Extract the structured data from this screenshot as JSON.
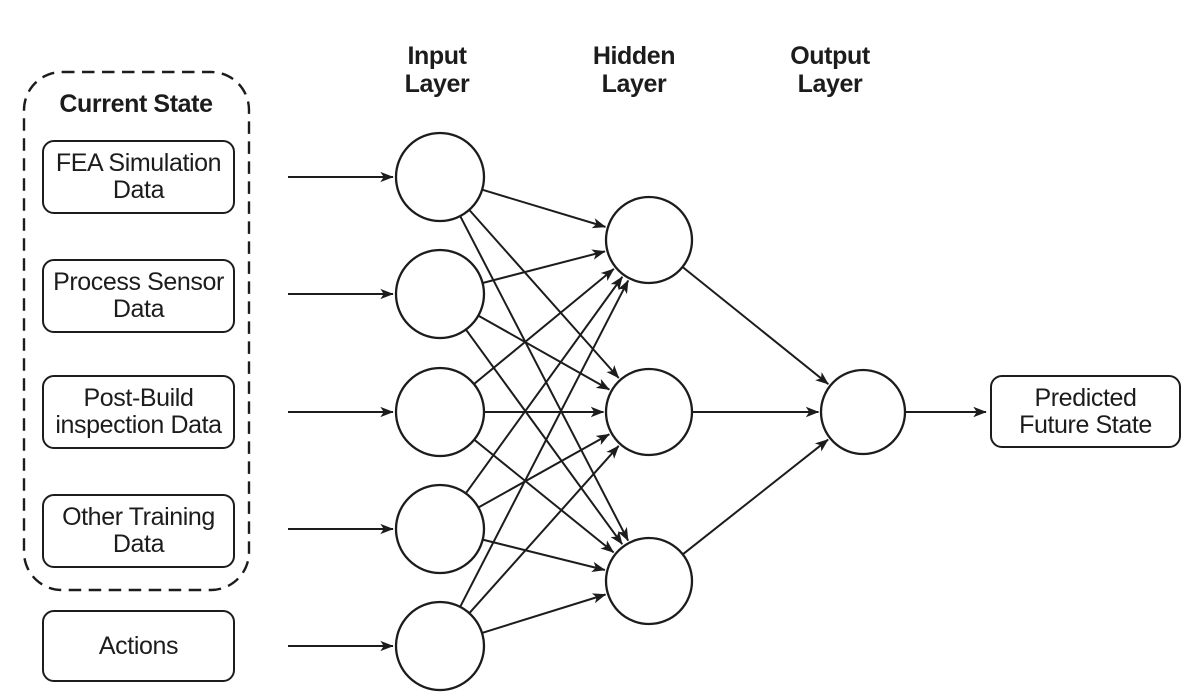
{
  "figure": {
    "background": "#ffffff",
    "ink_color": "#1c1c1c",
    "current_state_group": {
      "title": "Current State",
      "boxes": [
        {
          "label": "FEA Simulation\nData"
        },
        {
          "label": "Process Sensor\nData"
        },
        {
          "label": "Post-Build\ninspection Data"
        },
        {
          "label": "Other Training\nData"
        }
      ]
    },
    "actions_box": {
      "label": "Actions"
    },
    "network": {
      "layers": [
        {
          "label": "Input\nLayer",
          "node_count": 5
        },
        {
          "label": "Hidden\nLayer",
          "node_count": 3
        },
        {
          "label": "Output\nLayer",
          "node_count": 1
        }
      ],
      "connectivity": "fully-connected feed-forward"
    },
    "output_box": {
      "label": "Predicted\nFuture State"
    }
  }
}
